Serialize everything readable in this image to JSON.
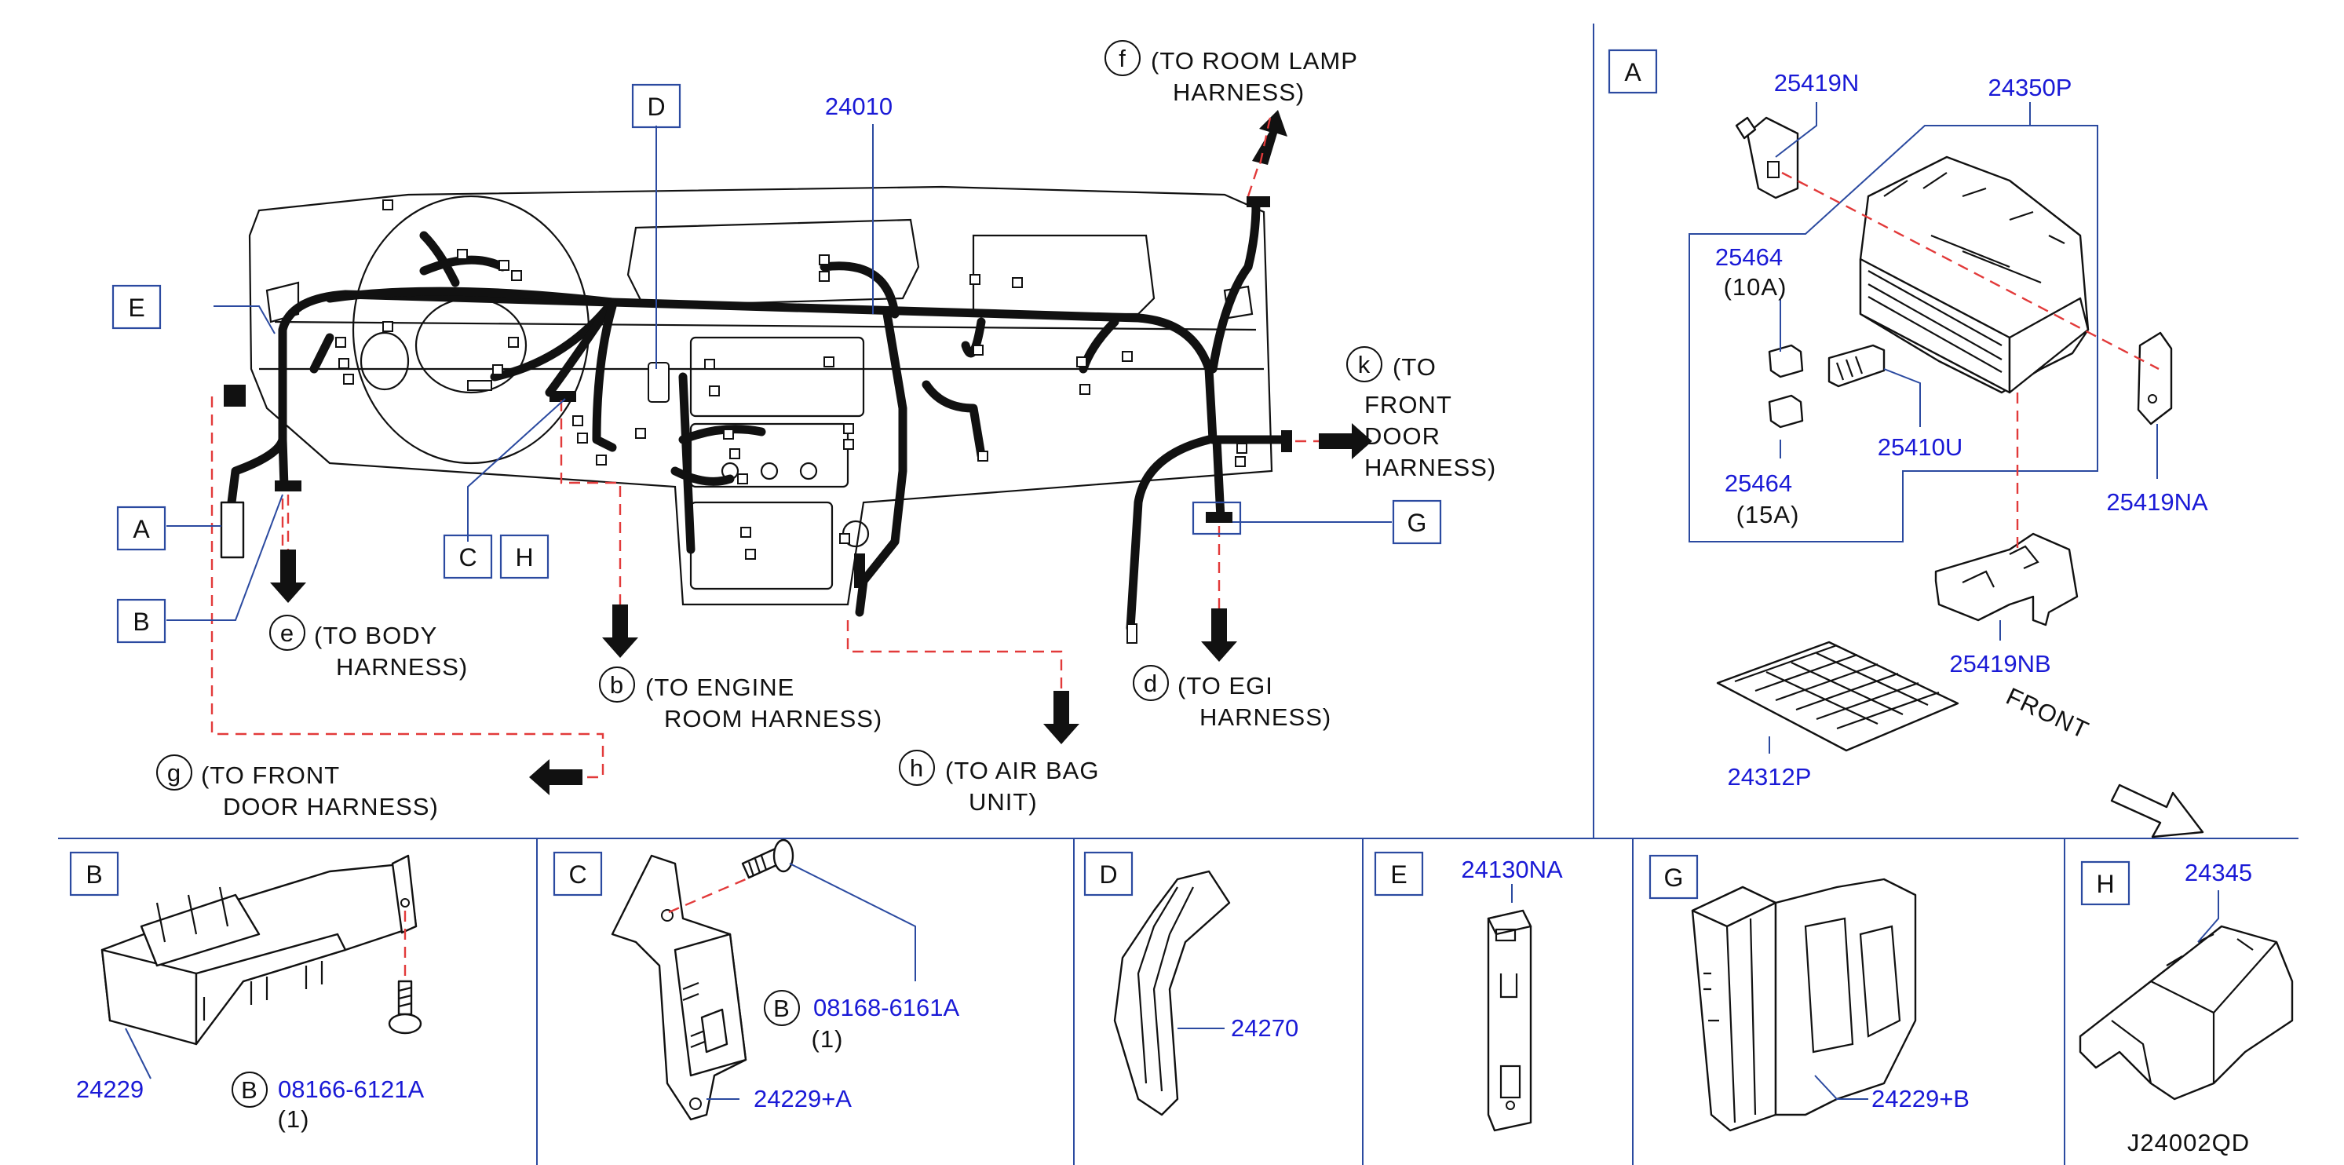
{
  "diagram_code": "J24002QD",
  "callouts": {
    "A": "A",
    "B": "B",
    "C": "C",
    "D": "D",
    "E": "E",
    "G": "G",
    "H": "H"
  },
  "destinations": {
    "f": {
      "letter": "f",
      "line1": "(TO ROOM LAMP",
      "line2": "HARNESS)"
    },
    "k": {
      "letter": "k",
      "line1": "(TO",
      "line2": "FRONT",
      "line3": "DOOR",
      "line4": "HARNESS)"
    },
    "e": {
      "letter": "e",
      "line1": "(TO BODY",
      "line2": "HARNESS)"
    },
    "b": {
      "letter": "b",
      "line1": "(TO ENGINE",
      "line2": "ROOM HARNESS)"
    },
    "d": {
      "letter": "d",
      "line1": "(TO EGI",
      "line2": "HARNESS)"
    },
    "h": {
      "letter": "h",
      "line1": "(TO AIR BAG",
      "line2": "UNIT)"
    },
    "g": {
      "letter": "g",
      "line1": "(TO FRONT",
      "line2": "DOOR HARNESS)"
    }
  },
  "main_harness": {
    "part": "24010"
  },
  "detail_A": {
    "parts": {
      "p25419N": "25419N",
      "p24350P": "24350P",
      "p25464a": "25464",
      "p25464a_rating": "(10A)",
      "p25464b": "25464",
      "p25464b_rating": "(15A)",
      "p25410U": "25410U",
      "p25419NA": "25419NA",
      "p25419NB": "25419NB",
      "p24312P": "24312P"
    },
    "front_label": "FRONT"
  },
  "detail_B": {
    "part_bracket": "24229",
    "bolt_ref": "B",
    "bolt_part": "08166-6121A",
    "bolt_qty": "(1)"
  },
  "detail_C": {
    "bolt_ref": "B",
    "bolt_part": "08168-6161A",
    "bolt_qty": "(1)",
    "part_bracket": "24229+A"
  },
  "detail_D": {
    "part": "24270"
  },
  "detail_E": {
    "part": "24130NA"
  },
  "detail_G": {
    "part": "24229+B"
  },
  "detail_H": {
    "part": "24345"
  }
}
